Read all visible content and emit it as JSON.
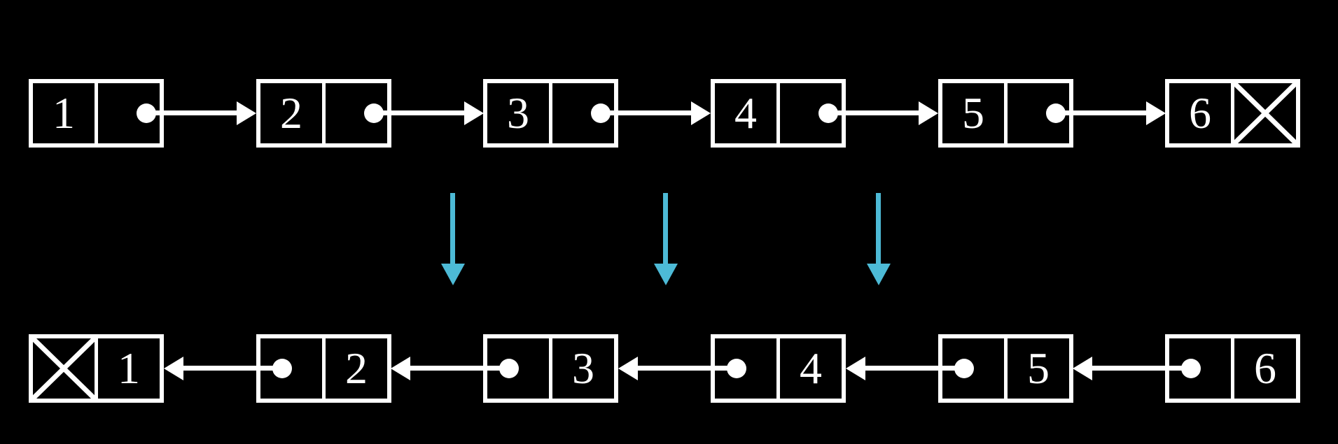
{
  "colors": {
    "background": "#000000",
    "foreground": "#ffffff",
    "accent_arrow": "#4dbad6"
  },
  "top_list": {
    "direction": "right",
    "nodes": [
      {
        "value": "1",
        "pointer": "next"
      },
      {
        "value": "2",
        "pointer": "next"
      },
      {
        "value": "3",
        "pointer": "next"
      },
      {
        "value": "4",
        "pointer": "next"
      },
      {
        "value": "5",
        "pointer": "next"
      },
      {
        "value": "6",
        "pointer": "null"
      }
    ]
  },
  "bottom_list": {
    "direction": "left",
    "nodes": [
      {
        "value": "1",
        "pointer": "null"
      },
      {
        "value": "2",
        "pointer": "prev"
      },
      {
        "value": "3",
        "pointer": "prev"
      },
      {
        "value": "4",
        "pointer": "prev"
      },
      {
        "value": "5",
        "pointer": "prev"
      },
      {
        "value": "6",
        "pointer": "prev"
      }
    ]
  },
  "transform_arrow_count": 3
}
